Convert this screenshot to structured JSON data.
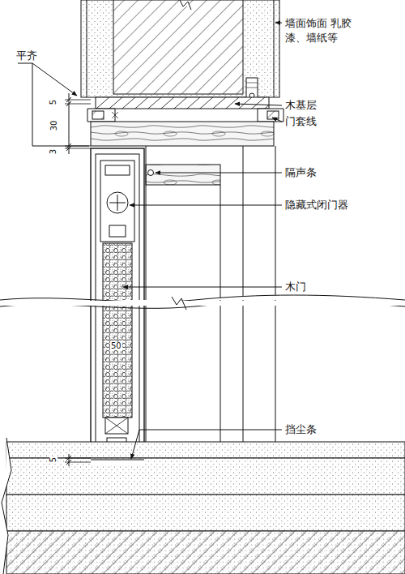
{
  "diagram": {
    "labels": [
      "平齐",
      "墙面饰面 乳胶漆、墙纸等",
      "木基层",
      "门套线",
      "隔声条",
      "隐藏式闭门器",
      "木门",
      "挡尘条",
      "5",
      "30",
      "3",
      "50",
      "5"
    ]
  }
}
